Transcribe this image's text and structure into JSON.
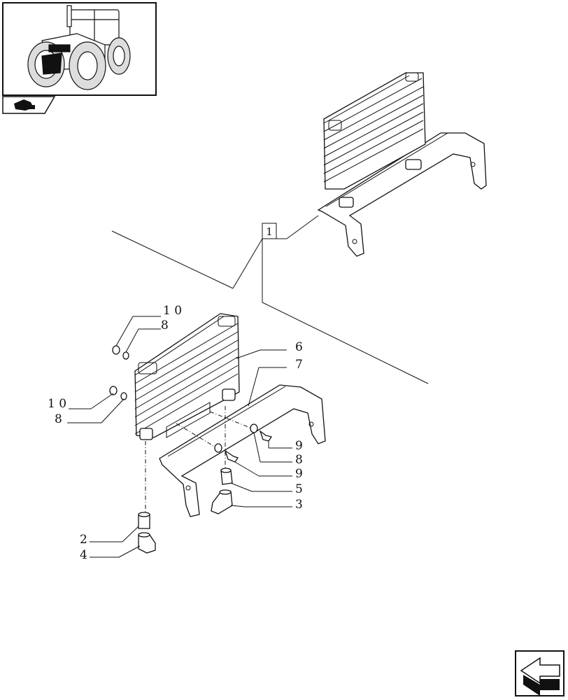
{
  "diagram": {
    "assembly_callout": "1",
    "labels": [
      {
        "id": "label-10-top",
        "text": "1 0"
      },
      {
        "id": "label-8-top",
        "text": "8"
      },
      {
        "id": "label-6",
        "text": "6"
      },
      {
        "id": "label-7",
        "text": "7"
      },
      {
        "id": "label-10-left",
        "text": "1 0"
      },
      {
        "id": "label-8-left",
        "text": "8"
      },
      {
        "id": "label-9-upper",
        "text": "9"
      },
      {
        "id": "label-8-right",
        "text": "8"
      },
      {
        "id": "label-9-lower",
        "text": "9"
      },
      {
        "id": "label-5",
        "text": "5"
      },
      {
        "id": "label-3",
        "text": "3"
      },
      {
        "id": "label-2",
        "text": "2"
      },
      {
        "id": "label-4",
        "text": "4"
      }
    ]
  },
  "icons": {
    "thumbnail": "tractor-thumbnail",
    "page_icon": "catalog-page-icon",
    "nav": "next-page-arrow-icon"
  }
}
